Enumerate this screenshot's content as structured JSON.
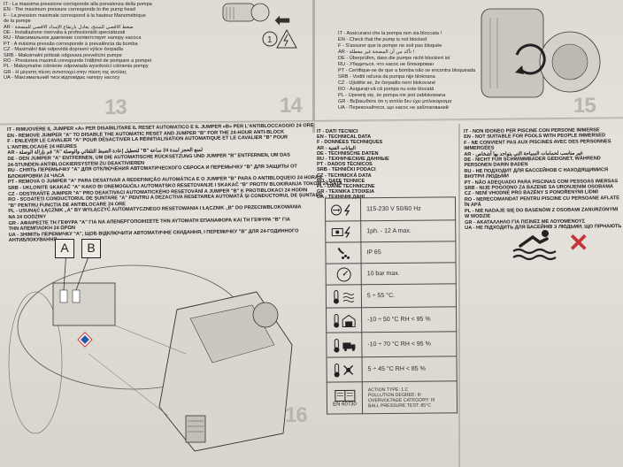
{
  "panel13": {
    "number": "13",
    "lines": [
      "IT - La massima pressione corrisponde alla prevalenza della pompa",
      "EN - The maximum pressure corresponds to the pump head",
      "F - La pression maximale correspond à la hauteur Manométrique",
      "de la pompe",
      "AR - ضغط الأقصى للمنتج، يعادل بارتفاع الإمداد الأقصى للمضخة",
      "DE - Installazione riservata a professionisti specializzati",
      "RU - Максимальное давление соответствует напору насоса",
      "PT - A máxima pressão corresponde à prevalência da bomba",
      "CZ - Maximální tlak odpovídá dopravní výšce čerpadla",
      "SRB - Maksimalni pritisak odgovara prevelicini pumpe",
      "RO - Presiunea maximă corespunde înălțimii de pompare a pompei",
      "PL - Maksymalne ciśnienie odpowiada wysokości ciśnienia pompy",
      "GR - Η μέγιστη πίεση αντιστοιχεί στην πίεση της αντλίας",
      "UA - Максимальний тиск відповідає напору насосу"
    ]
  },
  "panel14": {
    "number": "14"
  },
  "panel15": {
    "number": "15",
    "lines": [
      "IT - Assicurarsi che la pompa non sia bloccata !",
      "EN - Check that the pump is not blocked",
      "F - S'assurer que la pompe ne soit pas bloquée",
      "AR - تأكد من أن المضخة غير معطلة !",
      "DE - Überprüfen, dass die pumpe nicht blockiert ist",
      "RU - Убедиться, что насос не блокирован",
      "PT - Certifique-se de que a bomba não se encontra bloqueada",
      "SRB - Voditi računa da pumpa nije blokirana",
      "CZ - Ujistěte se, že čerpadlo není blokované",
      "RO - Asigurați-vă că pompa nu este blocată",
      "PL - Upewnij się, że pompa nie jest zablokowana",
      "GR - Βεβαιωθείτε ότι η αντλία δεν έχει μπλοκαρισμα",
      "UA - Переконайтеся, що насос не заблокований"
    ]
  },
  "panel16": {
    "number": "16",
    "labels": [
      "A",
      "B"
    ],
    "lines": [
      "IT - RIMUOVERE IL JUMPER «A» PER DISABILITARE IL RESET AUTOMATICO E IL JUMPER «B» PER L'ANTIBLOCCAGGIO 24 ORE",
      "EN - REMOVE JUMPER \"A\" TO DISABLE THE AUTOMATIC RESET AND JUMPER \"B\" FOR THE 24-HOUR ANTI-BLOCK",
      "F - ENLEVER LE CAVALIER \"A\" POUR DÉSACTIVER LA RÉINITIALISATION AUTOMATIQUE ET LE CAVALIER \"B\" POUR",
      "L'ANTIBLOCAGE 24 HEURES",
      "AR - قم بإزالة الوصلة \"A\" لتعطيل إعادة الضبط التلقائي والوصلة \"B\" لمنع الحجز لمدة 24 ساعة",
      "DE - DEN JUMPER \"A\" ENTFERNEN, UM DIE AUTOMATISCHE RÜCKSETZUNG UND JUMPER \"B\" ENTFERNEN, UM DAS",
      "24-STUNDEN-ANTIBLOCKIERSYSTEM ZU DEAKTIVIEREN",
      "RU - СНЯТЬ ПЕРЕМЫЧКУ \"A\" ДЛЯ ОТКЛЮЧЕНИЯ АВТОМАТИЧЕСКОГО СБРОСА И ПЕРЕМЫЧКУ \"B\" ДЛЯ ЗАЩИТЫ ОТ",
      "БЛОКИРОВКИ 24 ЧАСА",
      "PT - REMOVA O JUMPER \"A\" PARA DESATIVAR A REDEFINIÇÃO AUTOMÁTICA E O JUMPER \"B\" PARA O ANTIBLOQUEIO 24 HORAS",
      "SRB - UKLONITE SKAKAČ \"A\" KAKO BI ONEMOGUĆILI AUTOMATSKO RESETOVANJE I SKAKAČ \"B\" PROTIV BLOKIRANJA TOKOM 24 SATA",
      "CZ - ODSTRAŇTE JUMPER \"A\" PRO DEAKTIVACI AUTOMATICKÉHO RESETOVÁNÍ A JUMPER \"B\" K PROTIBLOKACI 24 HODIN",
      "RO - SCOATEȚI CONDUCTORUL DE ȘUNTARE \"A\" PENTRU A DEZACTIVA RESETAREA AUTOMATĂ ȘI CONDUCTORUL DE ȘUNTARE",
      "\"B\" PENTRU FUNCȚIA DE ANTIBLOCARE 24 ORE",
      "PL - USUNĄĆ ŁĄCZNIK „A\" BY WYŁĄCZYĆ AUTOMATYCZNEGO RESETOWANIA I ŁĄCZNIK „B\" DO PRZECIWBLOKOWANIA",
      "NA 24 GODZINY",
      "GR - ΑΦΑΙΡΕΣΤΕ ΤΗ ΓΕΦΥΡΑ \"A\" ΓΙΑ ΝΑ ΑΠΕΝΕΡΓΟΠΟΙΗΣΕΤΕ ΤΗΝ ΑΥΤΟΜΑΤΗ ΕΠΑΝΑΦΟΡΑ ΚΑΙ ΤΗ ΓΕΦΥΡΑ \"B\" ΓΙΑ",
      "ΤΗΝ ΑΠΕΜΠΛΟΚΗ 24 ΩΡΩΝ",
      "UA - ЗНІМІТЬ ПЕРЕМИЧКУ \"A\", ЩОБ ВІДКЛЮЧИТИ АВТОМАТИЧНЕ СКИДАННЯ, І ПЕРЕМИЧКУ \"B\" ДЛЯ 24-ГОДИННОГО",
      "АНТИБЛОКУВАННЯ"
    ]
  },
  "tech_header": [
    "IT - DATI TECNICI",
    "EN - TECHNICAL DATA",
    "F - DONNÉES TECHNIQUES",
    "AR - البيانات الفنية",
    "DE - TECHNISCHE DATEN",
    "RU - ТЕХНИЧЕСКИЕ ДАННЫЕ",
    "PT - DADOS TÉCNICOS",
    "SRB - TEHNIČKI PODACI",
    "CZ - TECHNICKÁ DATA",
    "RO - DATE TEHNICE",
    "PL - DANE TECHNICZNE",
    "GR - ΤΕΧΝΙΚΑ ΣΤΟΙΧΕΙΑ",
    "UA - ТЕХНІЧНІ ДАНІ"
  ],
  "tech_table": {
    "power": "115-230 V 50/60 Hz",
    "current": "1ph. - 12 A max.",
    "protection": "IP 65",
    "pressure": "10 bar max.",
    "water_temp": "5 ÷ 55 °C.",
    "ambient_temp": "-10 ÷ 50 °C  RH < 95 %",
    "transport_temp": "-10 ÷ 70 °C  RH < 95 %",
    "operating_temp": "5 ÷ 45 °C  RH < 85 %",
    "standard": "EN 60730",
    "action_lines": [
      "ACTION TYPE: 1.C",
      "POLLUTION DEGREE: III",
      "OVERVOLTAGE CATEGORY: III",
      "BALL PRESSURE TEST: 85°C"
    ]
  },
  "pool_warning": [
    "IT - NON IDONEO PER PISCINE CON PERSONE IMMERSE",
    "EN - NOT SUITABLE FOR POOLS WITH PEOPLE IMMERSED",
    "F - NE CONVIENT PAS AUX PISCINES AVEC DES PERSONNES",
    "IMMERGÉES",
    "AR - غير مناسب لحمامات السباحة التي يتواجد بها أشخاص",
    "DE - NICHT FÜR SCHWIMMBÄDER GEEIGNET, WÄHREND",
    "PERSONEN DARIN BADEN",
    "RU - НЕ ПОДХОДИТ ДЛЯ БАССЕЙНОВ С НАХОДЯЩИМИСЯ",
    "ВНУТРИ ЛЮДЬМИ",
    "PT - NÃO ADEQUADO PARA PISCINAS COM PESSOAS IMERSAS",
    "SRB - NIJE POGODNO ZA BAZENE SA URONJENIM OSOBAMA",
    "CZ - NENÍ VHODNÉ PRO BAZÉNY S PONOŘENÝMI LIDMI",
    "RO - NERECOMANDAT PENTRU PISCINE CU PERSOANE AFLATE",
    "ÎN APĂ",
    "PL - NIE NADAJE SIĘ DO BASENÓW Z OSOBAMI ZANURZONYMI",
    "W WODZIE",
    "GR - ΑΚΑΤΑΛΛΗΛΟ ΓΙΑ ΠΙΣΙΝΕΣ ΜΕ ΛΟΥΟΜΕΝΟΥΣ",
    "UA - НЕ ПІДХОДИТЬ ДЛЯ БАСЕЙНІВ З ЛЮДЬМИ, ЩО ПІРНАЮТЬ"
  ],
  "colors": {
    "paper": "#e2dfd8",
    "ink": "#1c1c1c",
    "prohibit": "#c4343a",
    "panel_number": "#b9b5ac"
  }
}
